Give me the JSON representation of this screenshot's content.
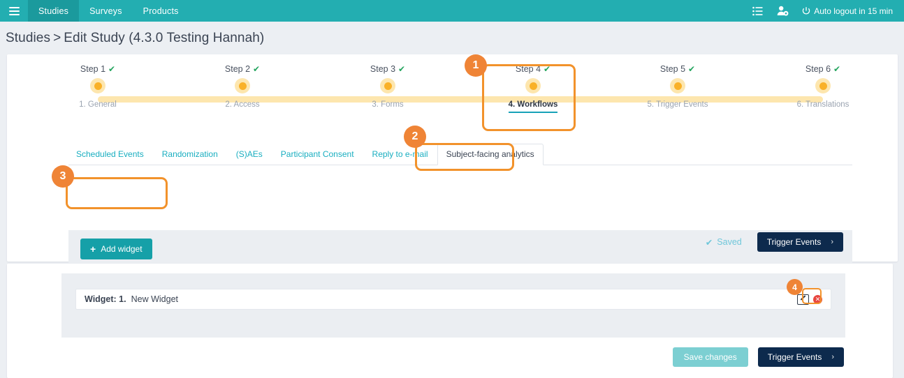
{
  "topnav": {
    "menu_icon": "hamburger-icon",
    "items": [
      {
        "label": "Studies",
        "active": true
      },
      {
        "label": "Surveys",
        "active": false
      },
      {
        "label": "Products",
        "active": false
      }
    ],
    "right_icons": [
      "list-icon",
      "user-settings-icon"
    ],
    "auto_logout": "Auto logout in 15 min",
    "power_icon": "power-icon",
    "bg_color": "#23aeb1"
  },
  "breadcrumb": {
    "root": "Studies",
    "separator": ">",
    "current": "Edit Study (4.3.0 Testing Hannah)"
  },
  "stepper": {
    "steps": [
      {
        "title": "Step 1",
        "checked": true,
        "label": "1. General",
        "current": false
      },
      {
        "title": "Step 2",
        "checked": true,
        "label": "2. Access",
        "current": false
      },
      {
        "title": "Step 3",
        "checked": true,
        "label": "3. Forms",
        "current": false
      },
      {
        "title": "Step 4",
        "checked": true,
        "label": "4. Workflows",
        "current": true
      },
      {
        "title": "Step 5",
        "checked": true,
        "label": "5. Trigger Events",
        "current": false
      },
      {
        "title": "Step 6",
        "checked": true,
        "label": "6. Translations",
        "current": false
      }
    ],
    "check_glyph": "✔",
    "check_color": "#22a45d",
    "track_color": "#fde6ae",
    "dot_color": "#f9b128"
  },
  "tabs": [
    {
      "label": "Scheduled Events",
      "active": false
    },
    {
      "label": "Randomization",
      "active": false
    },
    {
      "label": "(S)AEs",
      "active": false
    },
    {
      "label": "Participant Consent",
      "active": false
    },
    {
      "label": "Reply to e-mail",
      "active": false
    },
    {
      "label": "Subject-facing analytics",
      "active": true
    }
  ],
  "toolbar": {
    "add_widget_label": "Add widget",
    "add_widget_plus": "+",
    "saved_label": "Saved",
    "saved_check": "✔",
    "trigger_events_label": "Trigger Events",
    "chevron": "›"
  },
  "widgets": {
    "rows": [
      {
        "key": "Widget: 1.",
        "name": "New Widget",
        "edit_icon": "edit-icon",
        "delete_icon": "delete-icon",
        "delete_glyph": "✕"
      }
    ]
  },
  "footer": {
    "save_changes_label": "Save changes",
    "trigger_events_label": "Trigger Events",
    "chevron": "›"
  },
  "annotations": {
    "badges": [
      {
        "number": "1",
        "target": "step-4-workflows"
      },
      {
        "number": "2",
        "target": "tab-subject-facing-analytics"
      },
      {
        "number": "3",
        "target": "add-widget-button"
      },
      {
        "number": "4",
        "target": "widget-edit-icon"
      }
    ],
    "color": "#ef8436"
  }
}
